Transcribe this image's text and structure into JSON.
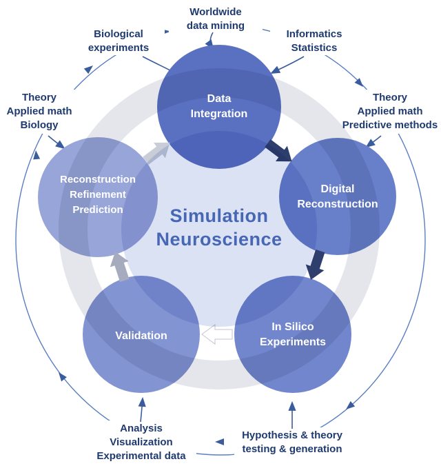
{
  "title": {
    "lines": [
      "Simulation",
      "Neuroscience"
    ]
  },
  "nodes": [
    {
      "id": "data-integration",
      "lines": [
        "Data",
        "Integration"
      ]
    },
    {
      "id": "digital-reconstruction",
      "lines": [
        "Digital",
        "Reconstruction"
      ]
    },
    {
      "id": "in-silico-experiments",
      "lines": [
        "In Silico",
        "Experiments"
      ]
    },
    {
      "id": "validation",
      "lines": [
        "Validation"
      ]
    },
    {
      "id": "reconstruction-refinement-prediction",
      "lines": [
        "Reconstruction",
        "Refinement",
        "Prediction"
      ]
    }
  ],
  "external_labels": [
    {
      "id": "worldwide-data-mining",
      "lines": [
        "Worldwide",
        "data mining"
      ]
    },
    {
      "id": "biological-experiments",
      "lines": [
        "Biological",
        "experiments"
      ]
    },
    {
      "id": "informatics-statistics",
      "lines": [
        "Informatics",
        "Statistics"
      ]
    },
    {
      "id": "theory-applied-math-biology",
      "lines": [
        "Theory",
        "Applied math",
        "Biology"
      ]
    },
    {
      "id": "theory-applied-math-predictive-methods",
      "lines": [
        "Theory",
        "Applied math",
        "Predictive methods"
      ]
    },
    {
      "id": "analysis-visualization-experimental-data",
      "lines": [
        "Analysis",
        "Visualization",
        "Experimental data"
      ]
    },
    {
      "id": "hypothesis-theory-testing-generation",
      "lines": [
        "Hypothesis & theory",
        "testing & generation"
      ]
    }
  ],
  "colors": {
    "data_integration": "#5a71c1",
    "digital_reconstruction": "#687fc9",
    "in_silico_experiments": "#7186cc",
    "validation": "#8294d2",
    "reconstruction_refinement": "#98a5d8",
    "center_fill": "#dbe2f4",
    "center_text": "#4767b5",
    "label_text": "#1f3a6e",
    "node_text": "#ffffff",
    "thin_arrow": "#3a5c9c",
    "ring": "#5a7ec2",
    "block_arrow_dark": "#2e3f6e",
    "block_arrow_gray": "#a6abbe",
    "block_arrow_light": "#c9cdd8",
    "block_arrow_white": "#ffffff"
  }
}
